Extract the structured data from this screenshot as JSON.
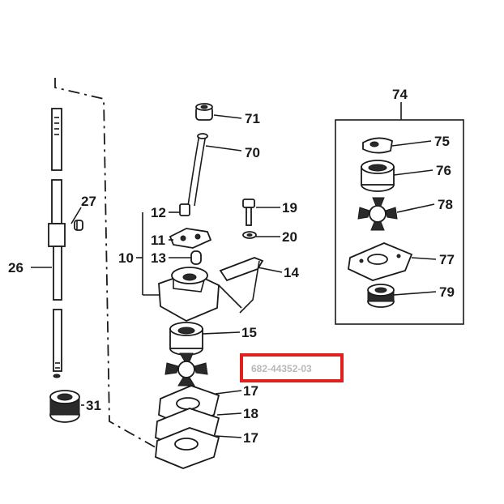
{
  "diagram": {
    "callouts": [
      "71",
      "70",
      "27",
      "26",
      "19",
      "12",
      "20",
      "11",
      "10",
      "13",
      "14",
      "15",
      "31",
      "17",
      "18",
      "17",
      "74",
      "75",
      "76",
      "78",
      "77",
      "79"
    ],
    "part_number": "682-44352-03",
    "highlight_color": "#e0201c",
    "ink_color": "#1a1a1a"
  }
}
